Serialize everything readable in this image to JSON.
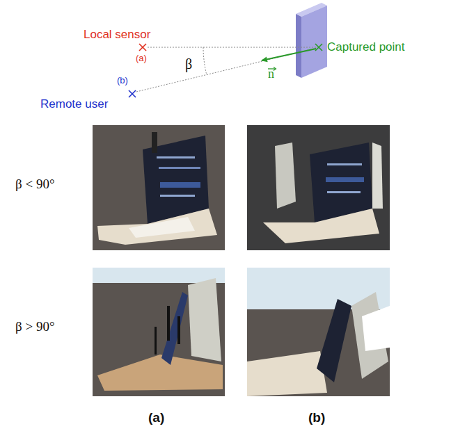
{
  "diagram": {
    "labels": [
      "Local sensor",
      "(a)",
      "Captured point",
      "n",
      "β",
      "(b)",
      "Remote user",
      "β < 90°",
      "β > 90°",
      "(a)",
      "(b)"
    ]
  }
}
